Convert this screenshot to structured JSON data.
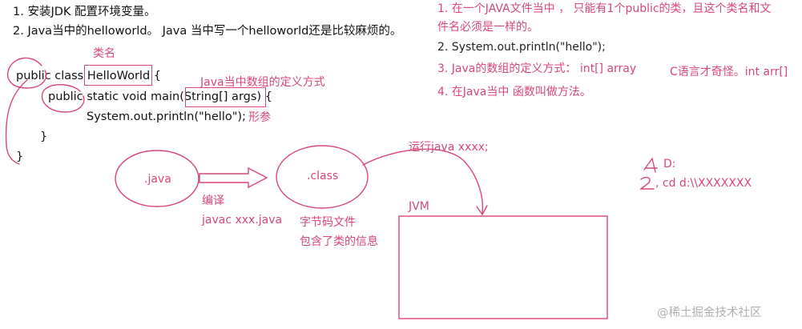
{
  "notes_left": {
    "line1": "1. 安装JDK   配置环境变量。",
    "line2": "2. Java当中的helloworld。   Java 当中写一个helloworld还是比较麻烦的。"
  },
  "notes_right": {
    "item1_line1": "1. 在一个JAVA文件当中 ， 只能有1个public的类，且这个类名和文",
    "item1_line2": "件名必须是一样的。",
    "item2": "2.    System.out.println(\"hello\");",
    "item3": "3. Java的数组的定义方式：  int[]   array",
    "item3_note": "C语言才奇怪。int arr[]",
    "item4": "4. 在Java当中 函数叫做方法。"
  },
  "code": {
    "line1_prefix": "public class ",
    "class_name": "HelloWorld",
    "line1_suffix": " {",
    "line2_public": "public",
    "line2_mid": " static  void main(",
    "line2_params": "String[]   args",
    "line2_end": ") {",
    "line3": "System.out.println(\"hello\");",
    "close_inner": "}",
    "close_outer": "}"
  },
  "annotations": {
    "class_name_label": "类名",
    "array_label": "Java当中数组的定义方式",
    "param_label": "形参",
    "java_file": ".java",
    "class_file": ".class",
    "compile_label": "编译",
    "compile_cmd": "javac xxx.java",
    "bytecode_label1": "字节码文件",
    "bytecode_label2": "包含了类的信息",
    "run_cmd": "运行java  xxxx;",
    "jvm_label": "JVM",
    "cmd_line1": "D:",
    "cmd_line2": ", cd  d:\\\\XXXXXXX"
  },
  "watermark": "@稀土掘金技术社区",
  "colors": {
    "ink": "#d9467b",
    "text": "#111111",
    "watermark": "#b0b0b0"
  }
}
